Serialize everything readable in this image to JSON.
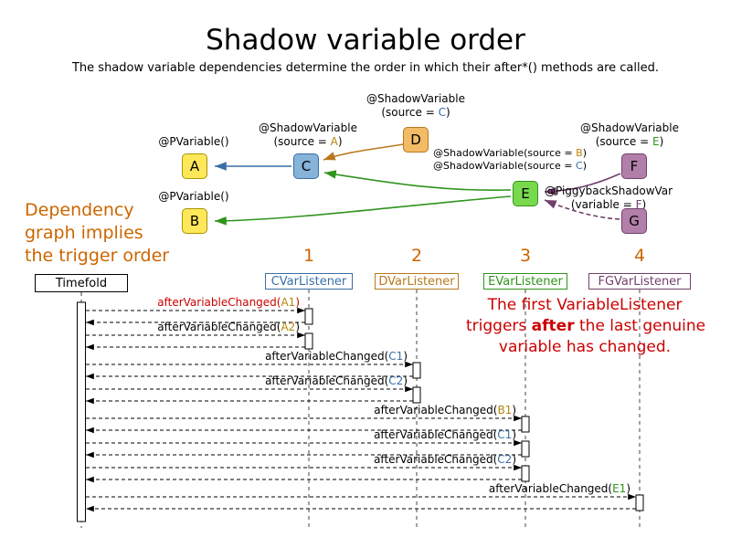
{
  "colors": {
    "accent_orange": "#cc6600",
    "note_red": "#cc0000",
    "yellow_fill": "#ffe75a",
    "yellow_border": "#a89600",
    "blue_fill": "#85b3da",
    "blue_border": "#3a6ea5",
    "orange_fill": "#f2bb66",
    "orange_border": "#b8791e",
    "green_fill": "#79d94c",
    "green_border": "#2f941c",
    "purple_fill": "#b27fab",
    "purple_border": "#71406b",
    "dark_yellow": "#b8860b",
    "text_black": "#000000"
  },
  "header": {
    "title": "Shadow variable order",
    "subtitle": "The shadow variable dependencies determine the order in which their after*() methods are called."
  },
  "graph": {
    "node_a": "A",
    "node_b": "B",
    "node_c": "C",
    "node_d": "D",
    "node_e": "E",
    "node_f": "F",
    "node_g": "G",
    "label_a": "@PVariable()",
    "label_b": "@PVariable()",
    "label_c_line1": "@ShadowVariable",
    "label_c_pre": "(source = ",
    "label_c_param": "A",
    "label_c_post": ")",
    "label_d_line1": "@ShadowVariable",
    "label_d_pre": "(source = ",
    "label_d_param": "C",
    "label_d_post": ")",
    "label_f_line1": "@ShadowVariable",
    "label_f_pre": "(source = ",
    "label_f_param": "E",
    "label_f_post": ")",
    "label_e1_pre": "@ShadowVariable(source = ",
    "label_e1_param": "B",
    "label_e1_post": ")",
    "label_e2_pre": "@ShadowVariable(source = ",
    "label_e2_param": "C",
    "label_e2_post": ")",
    "label_g_line1": "@PiggybackShadowVar",
    "label_g_pre": "(variable = ",
    "label_g_param": "F",
    "label_g_post": ")"
  },
  "annotation": {
    "lines": [
      "Dependency",
      "graph implies",
      "the trigger order"
    ]
  },
  "order_numbers": [
    "1",
    "2",
    "3",
    "4"
  ],
  "sequence": {
    "timefold_label": "Timefold",
    "listeners": [
      {
        "label": "CVarListener"
      },
      {
        "label": "DVarListener"
      },
      {
        "label": "EVarListener"
      },
      {
        "label": "FGVarListener"
      }
    ],
    "messages": [
      {
        "prefix": "afterVariableChanged(",
        "param": "A1",
        "suffix": ")"
      },
      {
        "prefix": "afterVariableChanged(",
        "param": "A2",
        "suffix": ")"
      },
      {
        "prefix": "afterVariableChanged(",
        "param": "C1",
        "suffix": ")"
      },
      {
        "prefix": "afterVariableChanged(",
        "param": "C2",
        "suffix": ")"
      },
      {
        "prefix": "afterVariableChanged(",
        "param": "B1",
        "suffix": ")"
      },
      {
        "prefix": "afterVariableChanged(",
        "param": "C1",
        "suffix": ")"
      },
      {
        "prefix": "afterVariableChanged(",
        "param": "C2",
        "suffix": ")"
      },
      {
        "prefix": "afterVariableChanged(",
        "param": "E1",
        "suffix": ")"
      }
    ],
    "note": {
      "line1": "The first VariableListener",
      "line2_pre": "triggers ",
      "line2_bold": "after",
      "line2_post": " the last genuine",
      "line3": "variable has changed."
    }
  }
}
